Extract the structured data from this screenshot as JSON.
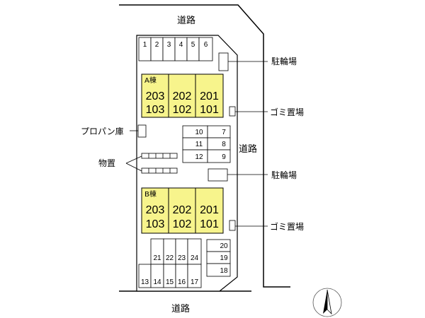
{
  "roads": {
    "top": "道路",
    "right": "道路",
    "bottom": "道路"
  },
  "labels": {
    "bicycle_top": "駐輪場",
    "garbage_top": "ゴミ置場",
    "propane": "プロパン庫",
    "storage": "物置",
    "bicycle_mid": "駐輪場",
    "garbage_bottom": "ゴミ置場"
  },
  "building_a": {
    "name": "A棟",
    "units": [
      "203",
      "103",
      "202",
      "102",
      "201",
      "101"
    ]
  },
  "building_b": {
    "name": "B棟",
    "units": [
      "203",
      "103",
      "202",
      "102",
      "201",
      "101"
    ]
  },
  "parking": {
    "top_row": [
      "1",
      "2",
      "3",
      "4",
      "5",
      "6"
    ],
    "middle_left": [
      "10",
      "11",
      "12"
    ],
    "middle_right": [
      "7",
      "8",
      "9"
    ],
    "bottom_top_row": [
      "21",
      "22",
      "23",
      "24"
    ],
    "bottom_row": [
      "13",
      "14",
      "15",
      "16",
      "17"
    ],
    "bottom_right": [
      "20",
      "19",
      "18"
    ]
  },
  "colors": {
    "building_fill": "#f7f48c",
    "line": "#000000"
  },
  "compass": "north-arrow"
}
